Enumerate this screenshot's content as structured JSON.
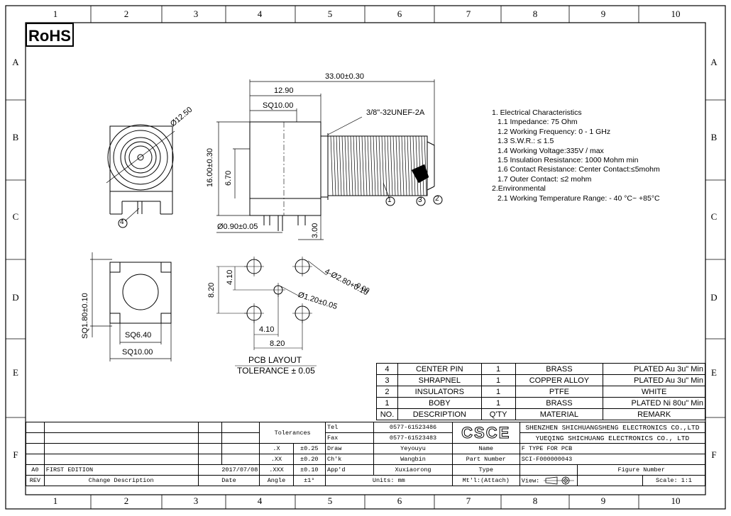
{
  "border": {
    "cols": [
      "1",
      "2",
      "3",
      "4",
      "5",
      "6",
      "7",
      "8",
      "9",
      "10"
    ],
    "rows": [
      "A",
      "B",
      "C",
      "D",
      "E",
      "F"
    ]
  },
  "rohs": "RoHS",
  "dimensions": {
    "overall_length": "33.00±0.30",
    "d12_90": "12.90",
    "sq10": "SQ10.00",
    "thread": "3/8\"-32UNEF-2A",
    "dia12_50": "Ø12.50",
    "h16": "16.00±0.30",
    "h6_70": "6.70",
    "pin_dia": "Ø0.90±0.05",
    "h3": "3.00",
    "sq1_80": "SQ1.80±0.10",
    "sq6_40": "SQ6.40",
    "sq10_b": "SQ10.00",
    "d8_20v": "8.20",
    "d4_10v": "4.10",
    "holes": "4-Ø2.80+0.10",
    "holes_tol": "-0.00",
    "center_hole": "Ø1.20±0.05",
    "d4_10h": "4.10",
    "d8_20h": "8.20",
    "pcb_layout": "PCB LAYOUT",
    "tolerance": "TOLERANCE ± 0.05"
  },
  "balloons": [
    "1",
    "2",
    "3",
    "4"
  ],
  "notes": [
    "1. Electrical Characteristics",
    "1.1 Impedance: 75 Ohm",
    "1.2 Working Frequency: 0 - 1 GHz",
    "1.3 S.W.R.: ≤ 1.5",
    "1.4 Working Voltage:335V / max",
    "1.5 Insulation Resistance: 1000 Mohm  min",
    "1.6 Contact Resistance: Center Contact:≤5mohm",
    "1.7 Outer Contact: ≤2 mohm",
    "2.Environmental",
    "2.1 Working Temperature Range: - 40 °C~ +85°C"
  ],
  "bom": {
    "rows": [
      {
        "no": "4",
        "desc": "CENTER PIN",
        "qty": "1",
        "material": "BRASS",
        "remark": "PLATED Au 3u\" Min"
      },
      {
        "no": "3",
        "desc": "SHRAPNEL",
        "qty": "1",
        "material": "COPPER ALLOY",
        "remark": "PLATED Au 3u\" Min"
      },
      {
        "no": "2",
        "desc": "INSULATORS",
        "qty": "1",
        "material": "PTFE",
        "remark": "WHITE"
      },
      {
        "no": "1",
        "desc": "BOBY",
        "qty": "1",
        "material": "BRASS",
        "remark": "PLATED Ni 80u\" Min"
      }
    ],
    "header": {
      "no": "NO.",
      "desc": "DESCRIPTION",
      "qty": "Q'TY",
      "material": "MATERIAL",
      "remark": "REMARK"
    }
  },
  "title_block": {
    "tolerances": "Tolerances",
    "tel_label": "Tel",
    "tel": "0577-61523486",
    "fax_label": "Fax",
    "fax": "0577-61523483",
    "logo": "CSCE",
    "company1": "SHENZHEN SHICHUANGSHENG ELECTRONICS CO.,LTD",
    "company2": "YUEQING SHICHUANG ELECTRONICS CO., LTD",
    "tol_x": ".X",
    "tol_x_v": "±0.25",
    "tol_xx": ".XX",
    "tol_xx_v": "±0.20",
    "tol_xxx": ".XXX",
    "tol_xxx_v": "±0.10",
    "angle": "Angle",
    "angle_v": "±1°",
    "draw_label": "Draw",
    "draw": "Yeyouyu",
    "name_label": "Name",
    "name": "F TYPE FOR PCB",
    "chk_label": "Ch'k",
    "chk": "Wangbin",
    "pn_label": "Part Number",
    "pn": "SCI-F000000043",
    "appd_label": "App'd",
    "appd": "Xuxiaorong",
    "type_label": "Type",
    "figure_label": "Figure Number",
    "units": "Units: mm",
    "mtl": "Mt'l:(Attach)",
    "view": "View:",
    "scale": "Scale: 1:1",
    "rev_a0": "A0",
    "first_edition": "FIRST EDITION",
    "date_val": "2017/07/08",
    "rev": "REV",
    "change_desc": "Change Description",
    "date": "Date"
  }
}
